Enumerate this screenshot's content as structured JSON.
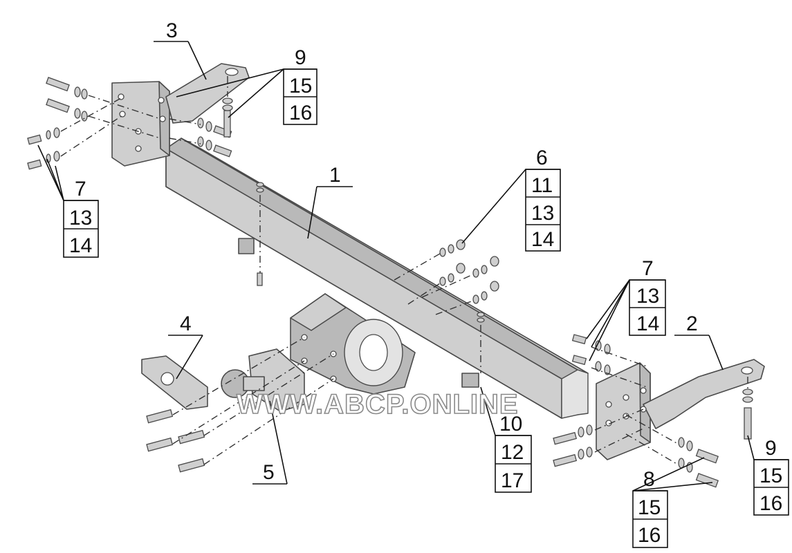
{
  "callouts": {
    "c1": "1",
    "c2": "2",
    "c3": "3",
    "c4": "4",
    "c5": "5",
    "g_top_right_a": [
      "9",
      "15",
      "16"
    ],
    "g_top_left": [
      "7",
      "13",
      "14"
    ],
    "g_mid_right": [
      "6",
      "11",
      "13",
      "14"
    ],
    "g_right_upper": [
      "7",
      "13",
      "14"
    ],
    "g_bottom_mid": [
      "10",
      "12",
      "17"
    ],
    "g_bottom_right": [
      "8",
      "15",
      "16"
    ],
    "g_far_right": [
      "9",
      "15",
      "16"
    ]
  },
  "watermark": "WWW.ABCP.ONLINE"
}
